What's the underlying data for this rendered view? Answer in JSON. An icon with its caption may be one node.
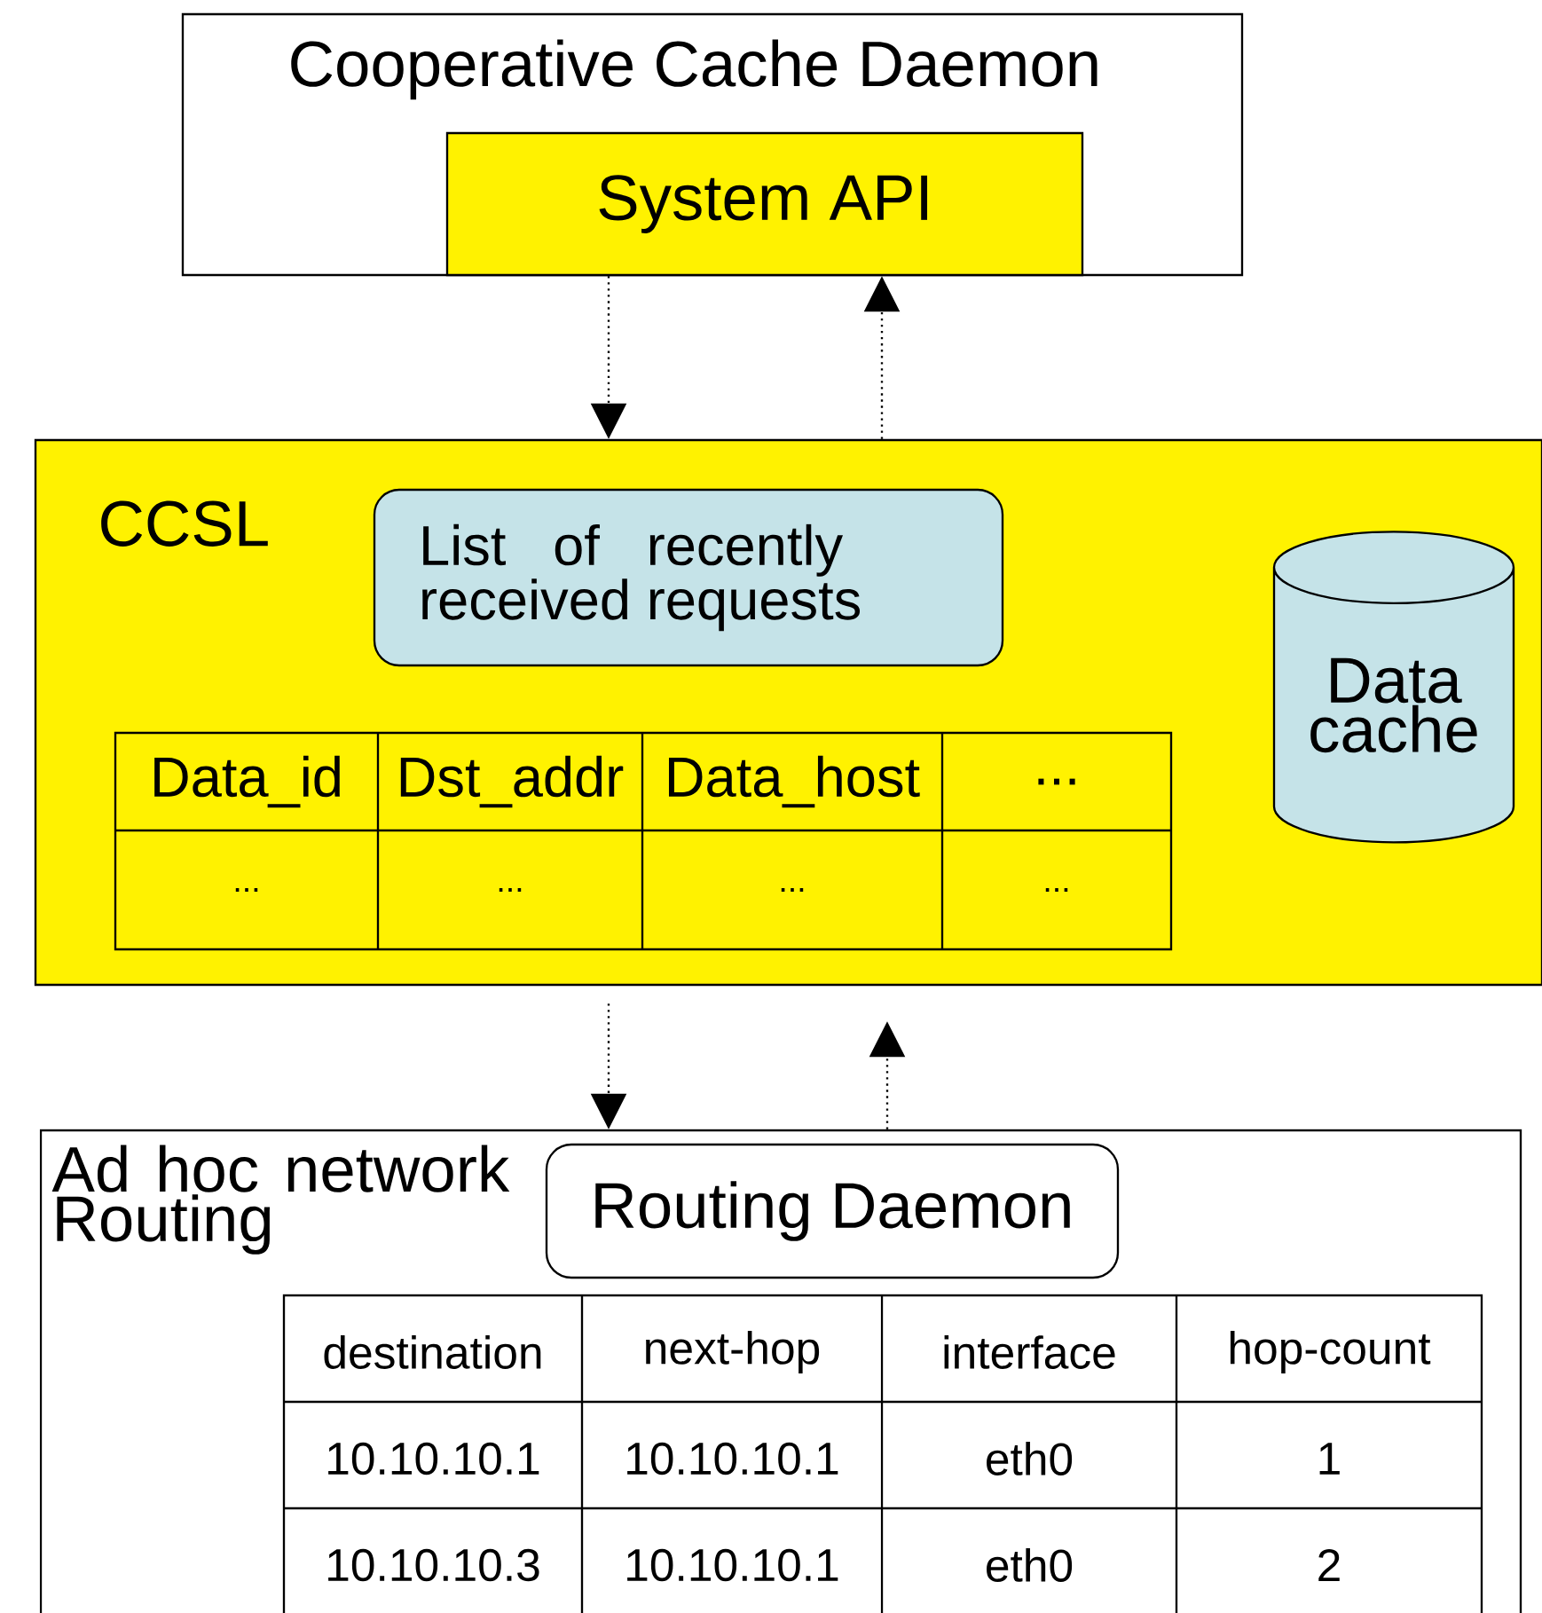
{
  "diagram": {
    "nodes": [
      {
        "text": [
          "Cooperative Cache Daemon"
        ]
      },
      {
        "text": [
          "System API"
        ],
        "in": 0
      },
      {
        "text": [
          "CCSL"
        ]
      },
      {
        "text": [
          "List  of recently received requests"
        ],
        "in": 2
      },
      {
        "text": [
          "Data cache"
        ],
        "in": 2
      },
      {
        "text": [
          "Ad hoc network Routing"
        ]
      },
      {
        "text": [
          "Routing Daemon"
        ],
        "in": 5
      }
    ],
    "edges": [
      {
        "from": 1,
        "to": 2,
        "arrow": "to",
        "style": "dashed"
      },
      {
        "from": 2,
        "to": 1,
        "arrow": "to",
        "style": "dashed"
      },
      {
        "from": 2,
        "to": 5,
        "arrow": "to",
        "style": "dashed"
      },
      {
        "from": 5,
        "to": 2,
        "arrow": "to",
        "style": "dashed"
      }
    ],
    "labels": [
      "Data_id",
      "Dst_addr",
      "Data_host",
      "...",
      "...",
      "...",
      "...",
      "...",
      "destination",
      "next-hop",
      "interface",
      "hop-count",
      "10.10.10.1",
      "10.10.10.1",
      "eth0",
      "1",
      "10.10.10.3",
      "10.10.10.1",
      "eth0",
      "2"
    ]
  }
}
